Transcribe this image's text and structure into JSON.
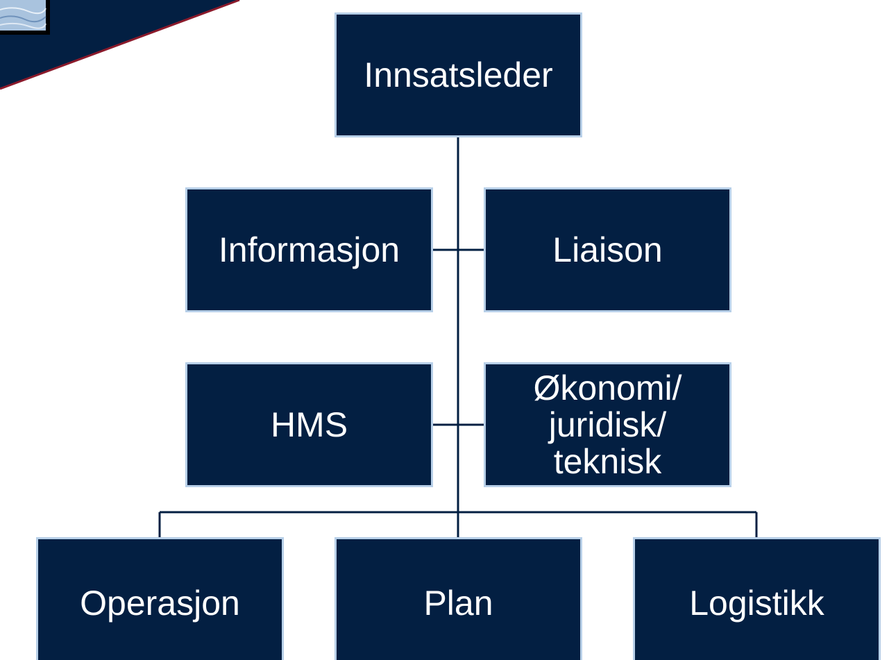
{
  "org_chart": {
    "top": "Innsatsleder",
    "staff_left_1": "Informasjon",
    "staff_right_1": "Liaison",
    "staff_left_2": "HMS",
    "staff_right_2": "Økonomi/\njuridisk/\nteknisk",
    "line_1": "Operasjon",
    "line_2": "Plan",
    "line_3": "Logistikk"
  },
  "colors": {
    "box_fill": "#031f42",
    "box_border": "#b7cfe8",
    "connector": "#031f42",
    "banner_fill": "#031f42",
    "banner_accent": "#8b1a2b"
  }
}
